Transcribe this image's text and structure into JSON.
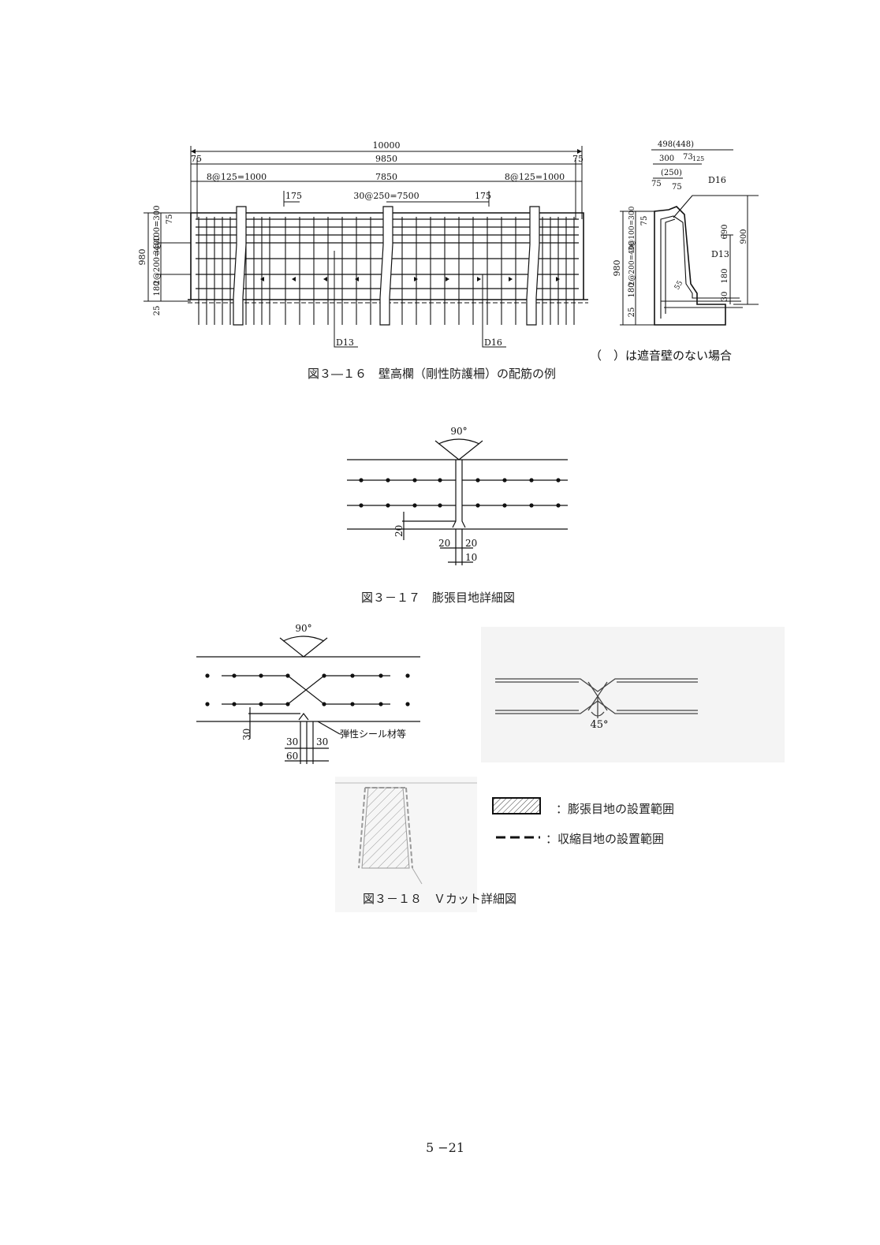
{
  "fig16": {
    "caption": "図３―１６　壁高欄（剛性防護柵）の配筋の例",
    "note": "（　）は遮音壁のない場合",
    "dims": {
      "total": "10000",
      "inner": "9850",
      "end_left": "75",
      "end_right": "75",
      "left_spacing": "8@125=1000",
      "right_spacing": "8@125=1000",
      "middle": "7850",
      "mid_left": "175",
      "mid_right": "175",
      "mid_spacing": "30@250=7500",
      "height": "980",
      "v1": "3@100=300",
      "v2": "2@200=400",
      "v3": "180",
      "v4": "25",
      "v5": "75",
      "bar_d13": "D13",
      "bar_d16": "D16"
    },
    "section": {
      "top_width": "498(448)",
      "w300": "300",
      "w73": "73",
      "w125": "125",
      "w250": "(250)",
      "w75a": "75",
      "w75b": "75",
      "d16": "D16",
      "d13": "D13",
      "h980": "980",
      "h900": "900",
      "h690": "690",
      "h180r": "180",
      "h30": "30",
      "v1": "3@100=300",
      "v2": "2@200=400",
      "v180": "180",
      "v25": "25",
      "v75": "75",
      "s55": "55"
    }
  },
  "fig17": {
    "caption": "図３－１７　膨張目地詳細図",
    "angle": "90°",
    "d20a": "20",
    "d20b": "20",
    "d20c": "20",
    "d10": "10"
  },
  "fig18": {
    "caption": "図３－１８　Ｖカット詳細図",
    "angle": "90°",
    "d30a": "30",
    "d30b": "30",
    "d30c": "30",
    "d60": "60",
    "seal": "弾性シール材等",
    "angle45": "45°",
    "legend": [
      {
        "label": "：膨張目地の設置範囲"
      },
      {
        "label": "：収縮目地の設置範囲"
      }
    ]
  },
  "page_number": "5 −21"
}
